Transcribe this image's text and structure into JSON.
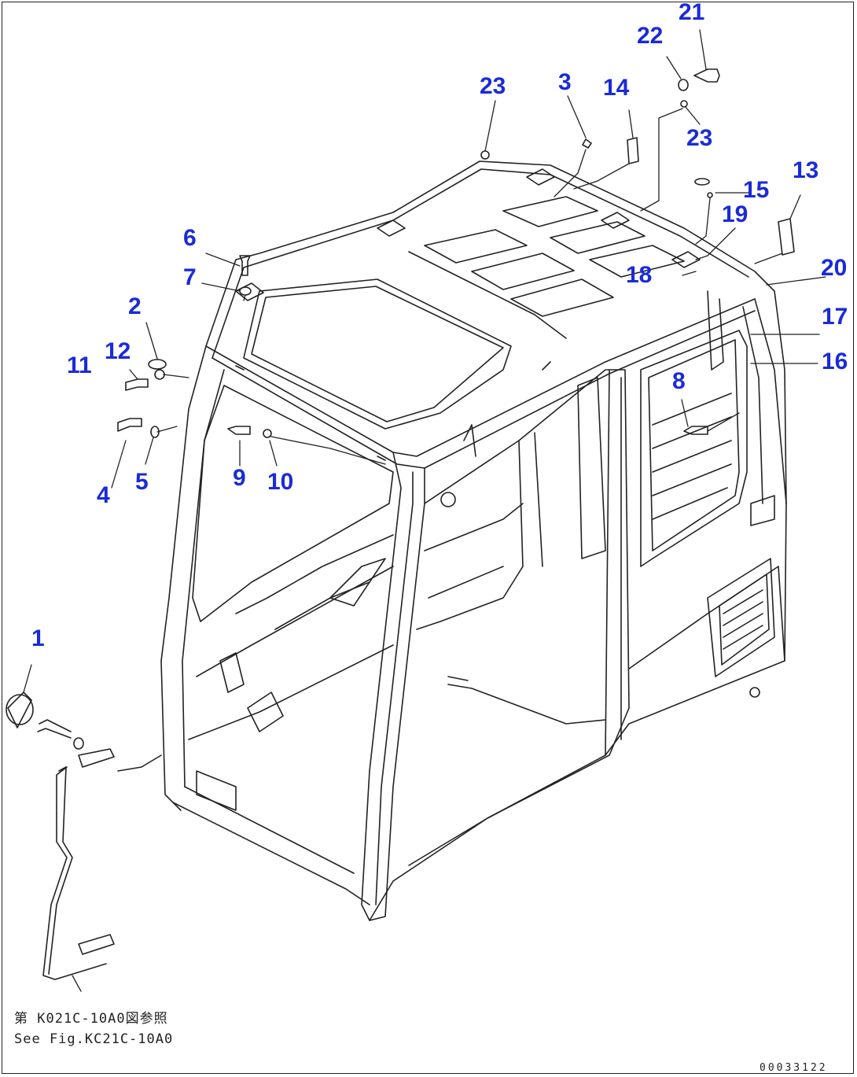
{
  "diagram": {
    "callouts": {
      "c1": "1",
      "c2": "2",
      "c3": "3",
      "c4": "4",
      "c5": "5",
      "c6": "6",
      "c7": "7",
      "c8": "8",
      "c9": "9",
      "c10": "10",
      "c11": "11",
      "c12": "12",
      "c13": "13",
      "c14": "14",
      "c15": "15",
      "c16": "16",
      "c17": "17",
      "c18": "18",
      "c19": "19",
      "c20": "20",
      "c21": "21",
      "c22": "22",
      "c23a": "23",
      "c23b": "23"
    },
    "reference_note_jp": "第 K021C-10A0図参照",
    "reference_note_en": "See Fig.KC21C-10A0",
    "figure_code": "00033122",
    "colors": {
      "callout": "#1a2bd8",
      "line": "#222222"
    }
  }
}
